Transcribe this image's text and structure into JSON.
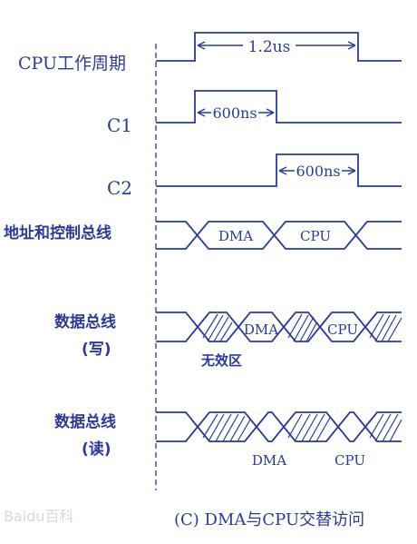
{
  "labels": {
    "cpu_cycle": "CPU工作周期",
    "c1": "C1",
    "c2": "C2",
    "address_control_bus": "地址和控制总线",
    "data_bus_write": "数据总线",
    "write_paren": "(写)",
    "data_bus_read": "数据总线",
    "read_paren": "(读)"
  },
  "annotations": {
    "cycle_1_2us": "1.2us",
    "c1_600ns": "600ns",
    "c2_600ns": "600ns",
    "addr_dma": "DMA",
    "addr_cpu": "CPU",
    "write_dma": "DMA",
    "write_cpu": "CPU",
    "invalid_zone": "无效区",
    "read_dma": "DMA",
    "read_cpu": "CPU"
  },
  "caption": "(C) DMA与CPU交替访问",
  "watermark": "Baidu百科",
  "colors": {
    "ink": "#2a3a9c",
    "background": "#ffffff"
  }
}
